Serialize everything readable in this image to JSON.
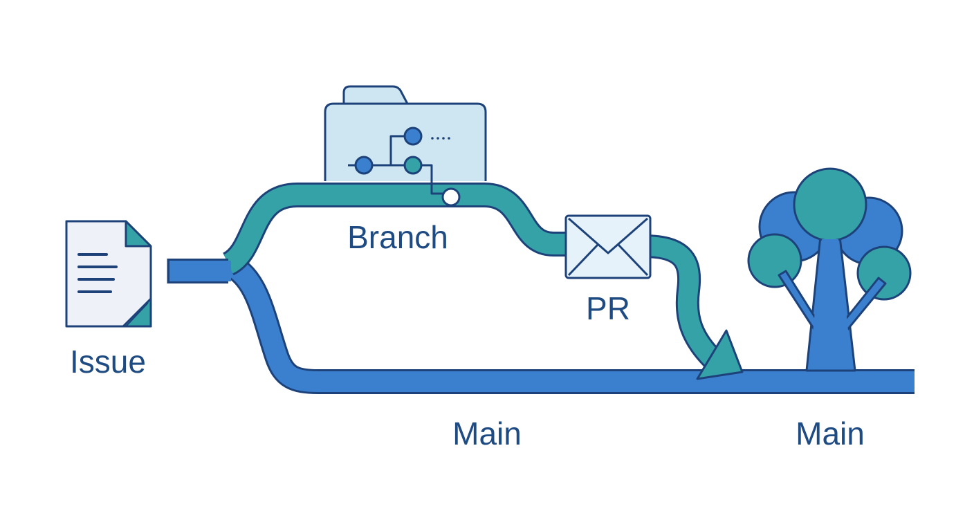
{
  "labels": {
    "issue": "Issue",
    "branch": "Branch",
    "pr": "PR",
    "main_left": "Main",
    "main_right": "Main"
  },
  "colors": {
    "outline": "#1d4279",
    "main_blue": "#3b7fcf",
    "branch_teal": "#35a2a8",
    "paper": "#eef1f8",
    "folder": "#cde6f2",
    "envelope": "#e6f2fa",
    "label_text": "#1e4b82",
    "background": "#ffffff"
  },
  "icons": {
    "issue": "document-icon",
    "branch": "folder-git-branch-icon",
    "pr": "envelope-icon",
    "main": "tree-icon"
  }
}
